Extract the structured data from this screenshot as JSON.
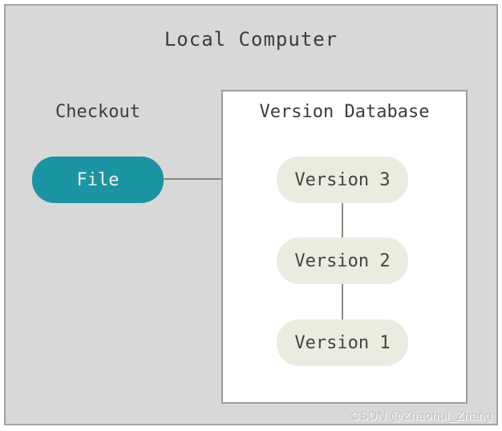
{
  "diagram": {
    "title": "Local Computer",
    "checkout_label": "Checkout",
    "file_label": "File",
    "database": {
      "title": "Version Database",
      "versions": [
        "Version 3",
        "Version 2",
        "Version 1"
      ]
    },
    "watermark": "CSDN @Zhaohui_Zhang",
    "colors": {
      "panel_bg": "#d8d8d8",
      "panel_border": "#a3a3a3",
      "box_border": "#9c9c9c",
      "teal": "#1b95a3",
      "file_text": "#f2f1ec",
      "version_bg": "#ecebe0",
      "version_text": "#45443e",
      "text_dark": "#3d3c3a",
      "connector": "#8d897f",
      "watermark": "#bdbdbd"
    }
  }
}
